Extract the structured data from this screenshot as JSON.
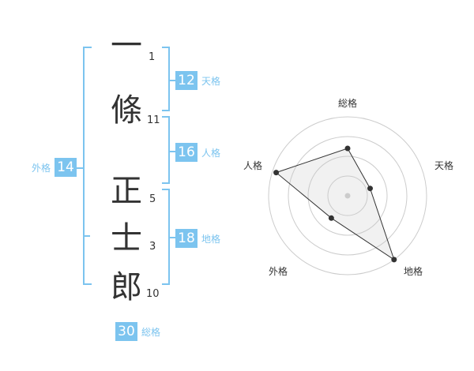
{
  "name_chars": [
    {
      "char": "一",
      "strokes": "1"
    },
    {
      "char": "條",
      "strokes": "11"
    },
    {
      "char": "正",
      "strokes": "5"
    },
    {
      "char": "士",
      "strokes": "3"
    },
    {
      "char": "郎",
      "strokes": "10"
    }
  ],
  "kaku": {
    "tenkaku": {
      "label": "天格",
      "value": "12"
    },
    "jinkaku": {
      "label": "人格",
      "value": "16"
    },
    "chikaku": {
      "label": "地格",
      "value": "18"
    },
    "gaikaku": {
      "label": "外格",
      "value": "14"
    },
    "soukaku": {
      "label": "総格",
      "value": "30"
    }
  },
  "colors": {
    "accent": "#7cc4ef",
    "text": "#333333",
    "grid": "#cccccc"
  },
  "chart_data": {
    "type": "radar",
    "axes": [
      "総格",
      "天格",
      "地格",
      "外格",
      "人格"
    ],
    "values": [
      0.6,
      0.3,
      1.0,
      0.35,
      0.95
    ],
    "rings": 4,
    "max": 1
  }
}
